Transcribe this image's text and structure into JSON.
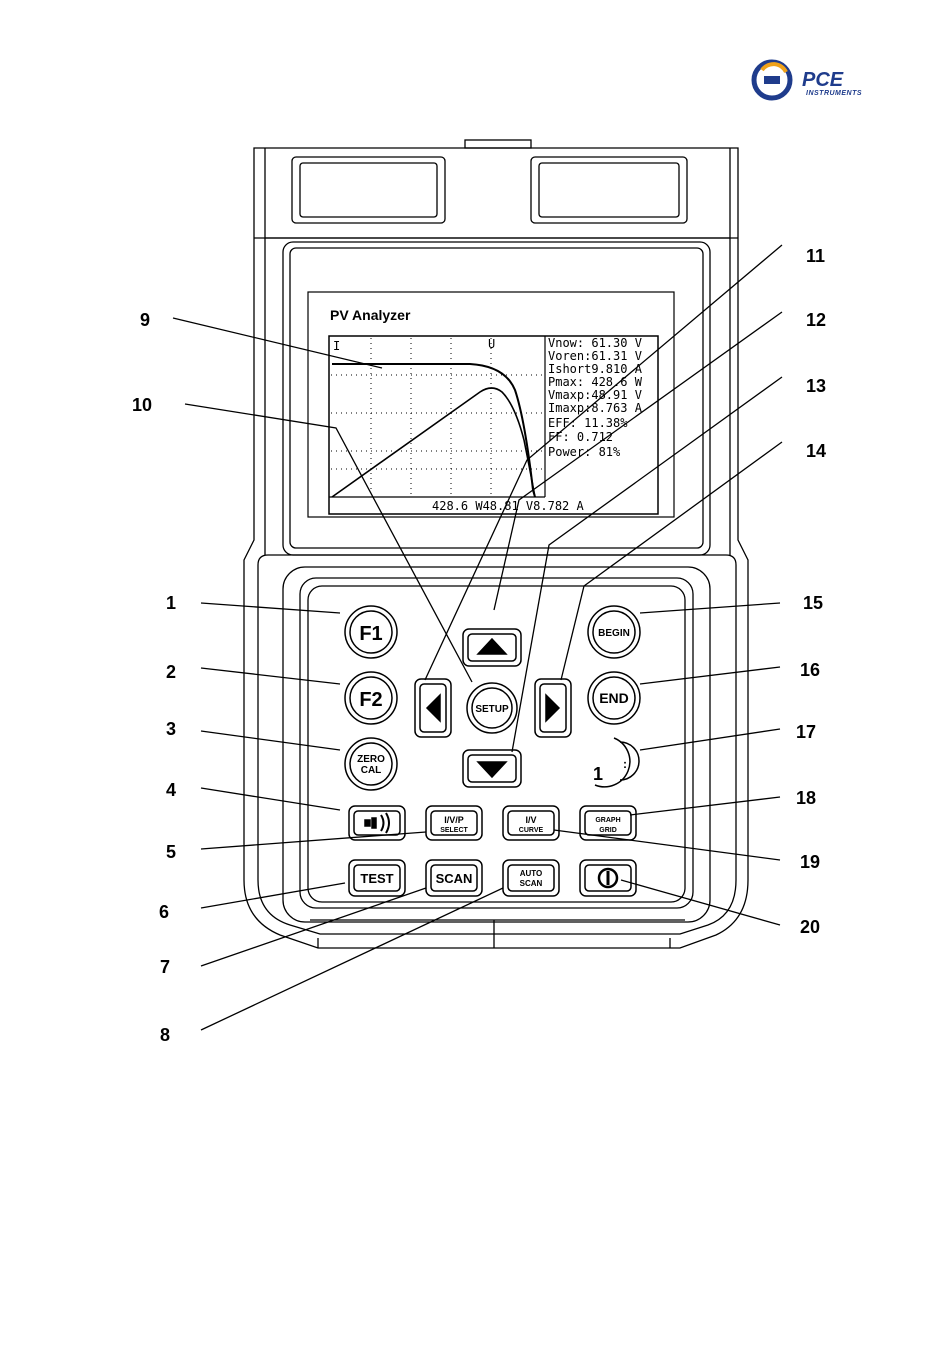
{
  "logo": {
    "brand": "PCE",
    "sub": "INSTRUMENTS",
    "brand_color": "#1f3c8c",
    "accent_color": "#f0a21a"
  },
  "screen": {
    "title": "PV Analyzer",
    "axis_i": "I",
    "axis_v": "U",
    "readings": [
      "Vnow: 61.30 V",
      "Voren:61.31 V",
      "Ishort9.810 A",
      "Pmax: 428.6 W",
      "Vmaxp:48.91 V",
      "Imaxp:8.763 A",
      "EFF:  11.38%",
      "FF:   0.712",
      "Power:   81%"
    ],
    "footer": "428.6 W48.81 V8.782 A"
  },
  "buttons": {
    "f1": "F1",
    "f2": "F2",
    "zero_cal_1": "ZERO",
    "zero_cal_2": "CAL",
    "setup": "SETUP",
    "begin": "BEGIN",
    "end": "END",
    "rotary_digit": "1",
    "ivp_1": "I/V/P",
    "ivp_2": "SELECT",
    "iv_1": "I/V",
    "iv_2": "CURVE",
    "graph_1": "GRAPH",
    "graph_2": "GRID",
    "test": "TEST",
    "scan": "SCAN",
    "auto_1": "AUTO",
    "auto_2": "SCAN"
  },
  "callouts": [
    "1",
    "2",
    "3",
    "4",
    "5",
    "6",
    "7",
    "8",
    "9",
    "10",
    "11",
    "12",
    "13",
    "14",
    "15",
    "16",
    "17",
    "18",
    "19",
    "20"
  ]
}
